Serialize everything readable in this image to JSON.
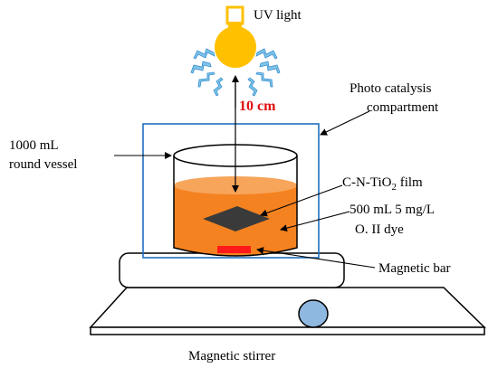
{
  "labels": {
    "uv_light": "UV light",
    "distance": "10 cm",
    "compartment_line1": "Photo catalysis",
    "compartment_line2": "compartment",
    "vessel_line1": "1000 mL",
    "vessel_line2": "round  vessel",
    "film_prefix": "C-N-TiO",
    "film_sub": "2",
    "film_suffix": "  film",
    "dye_line1": "500 mL 5 mg/L",
    "dye_line2": "O. II dye",
    "magnetic_bar": "Magnetic bar",
    "magnetic_stirrer": "Magnetic stirrer"
  },
  "colors": {
    "bulb": "#ffc000",
    "rays": "#7fc4e8",
    "liquid": "#f58220",
    "liquid_top": "#f7a55a",
    "film": "#3a3a3a",
    "bar": "#ff1a1a",
    "compartment": "#1f6fc0",
    "knob": "#8fb8e0"
  }
}
